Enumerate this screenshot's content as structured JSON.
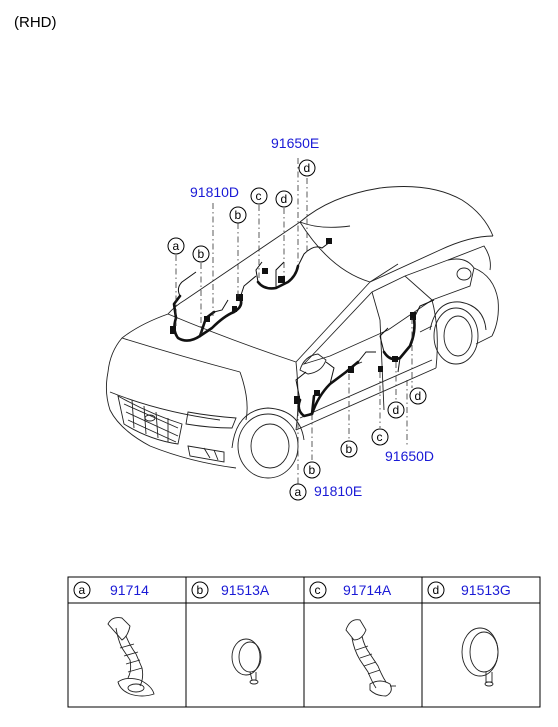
{
  "header": {
    "variant": "(RHD)"
  },
  "callouts": {
    "top_right": "91650E",
    "top_left": "91810D",
    "bottom_right": "91650D",
    "bottom_left": "91810E"
  },
  "letters": {
    "a": "a",
    "b": "b",
    "c": "c",
    "d": "d"
  },
  "legend": [
    {
      "letter": "a",
      "part": "91714"
    },
    {
      "letter": "b",
      "part": "91513A"
    },
    {
      "letter": "c",
      "part": "91714A"
    },
    {
      "letter": "d",
      "part": "91513G"
    }
  ]
}
